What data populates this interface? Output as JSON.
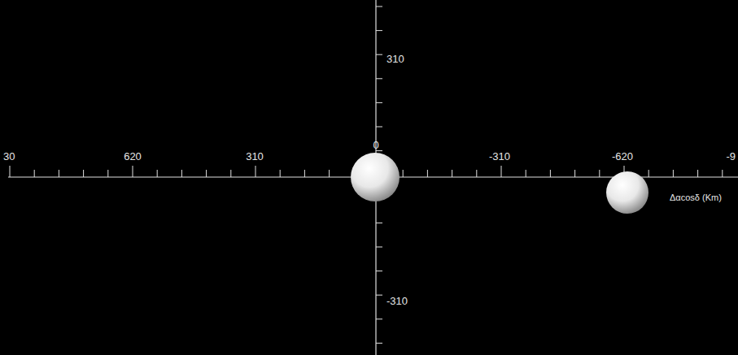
{
  "diagram": {
    "labels": [
      "30",
      "620",
      "310",
      "0",
      "-310",
      "-620",
      "-9",
      "310",
      "-310",
      "Δαcosδ (Km)"
    ]
  }
}
